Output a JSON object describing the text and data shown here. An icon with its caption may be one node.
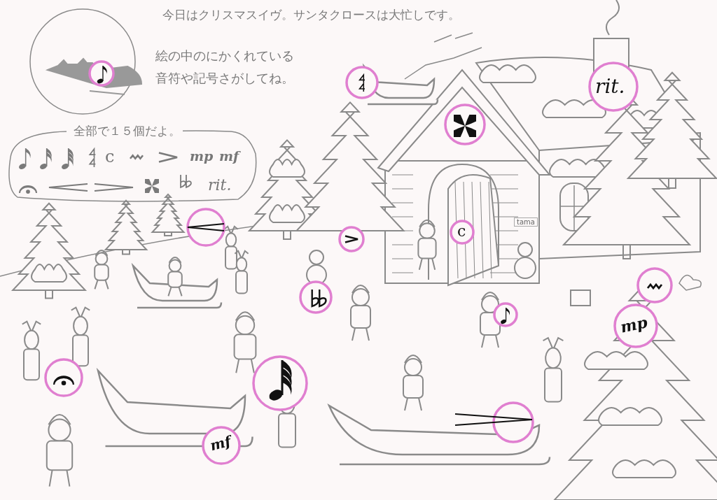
{
  "diagram": {
    "title": "今日はクリスマスイヴ。サンタクロースは大忙しです。",
    "labels": [
      "絵の中のにかくれている音符や記号さがしてね。",
      "全部で１５個だよ。",
      "c",
      "mp",
      "mf",
      "rit.",
      "rit.",
      "tama",
      "c",
      "mp",
      "mf"
    ]
  }
}
